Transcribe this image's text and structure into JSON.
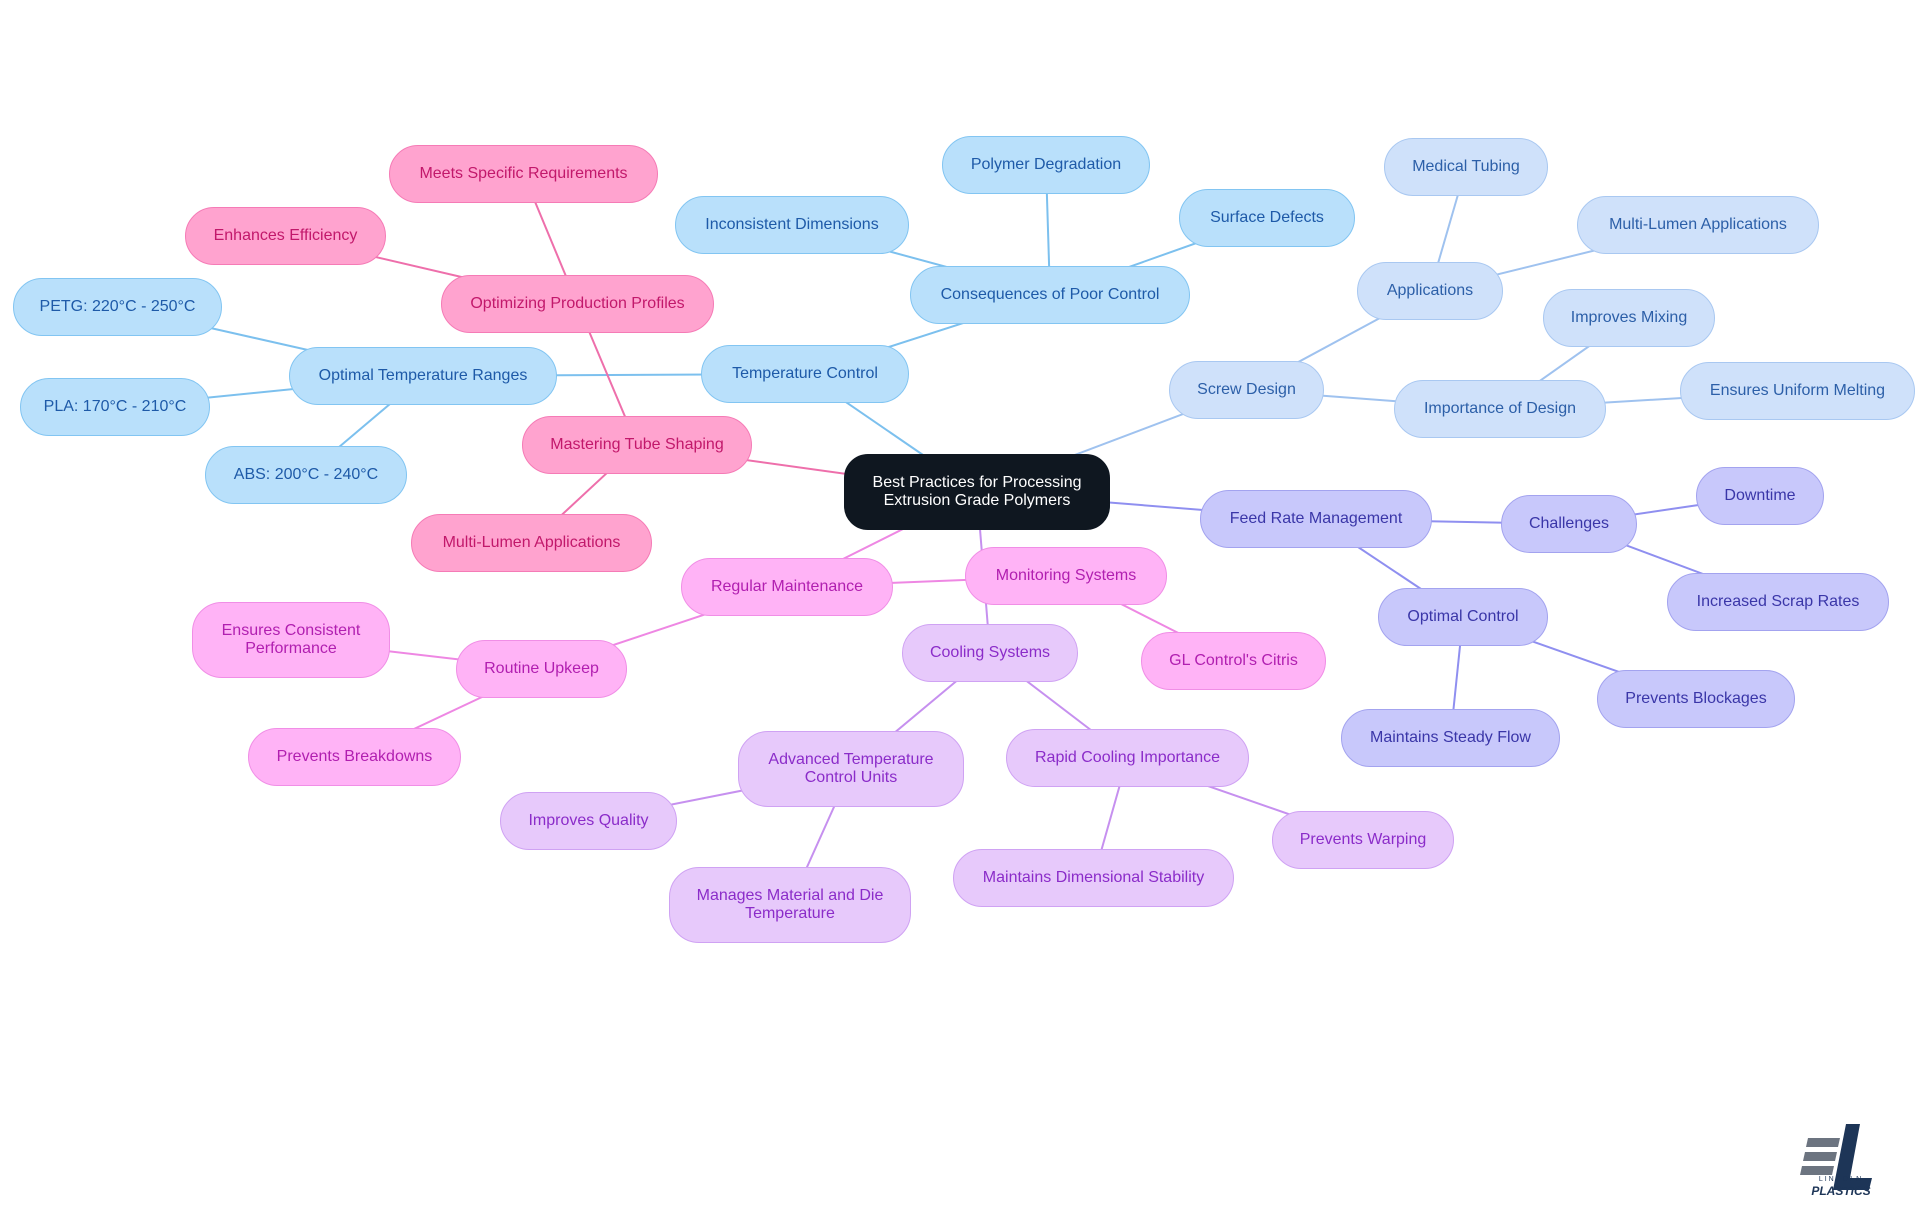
{
  "root": "Best Practices for Processing\nExtrusion Grade Polymers",
  "branches": {
    "temperature_control": {
      "label": "Temperature Control",
      "optimal_ranges": {
        "label": "Optimal Temperature Ranges",
        "items": [
          "PETG: 220°C - 250°C",
          "PLA: 170°C - 210°C",
          "ABS: 200°C - 240°C"
        ]
      },
      "consequences": {
        "label": "Consequences of Poor Control",
        "items": [
          "Inconsistent Dimensions",
          "Polymer Degradation",
          "Surface Defects"
        ]
      }
    },
    "screw_design": {
      "label": "Screw Design",
      "applications": {
        "label": "Applications",
        "items": [
          "Medical Tubing",
          "Multi-Lumen Applications"
        ]
      },
      "importance": {
        "label": "Importance of Design",
        "items": [
          "Improves Mixing",
          "Ensures Uniform Melting"
        ]
      }
    },
    "feed_rate": {
      "label": "Feed Rate Management",
      "challenges": {
        "label": "Challenges",
        "items": [
          "Downtime",
          "Increased Scrap Rates"
        ]
      },
      "optimal_control": {
        "label": "Optimal Control",
        "items": [
          "Prevents Blockages",
          "Maintains Steady Flow"
        ]
      }
    },
    "tube_shaping": {
      "label": "Mastering Tube Shaping",
      "optimizing": {
        "label": "Optimizing Production Profiles",
        "items": [
          "Meets Specific Requirements",
          "Enhances Efficiency"
        ]
      },
      "multi_lumen": "Multi-Lumen Applications"
    },
    "maintenance": {
      "label": "Regular Maintenance",
      "routine": {
        "label": "Routine Upkeep",
        "items": [
          "Ensures Consistent\nPerformance",
          "Prevents Breakdowns"
        ]
      }
    },
    "monitoring": {
      "label": "Monitoring Systems",
      "items": [
        "GL Control's Citris"
      ]
    },
    "cooling": {
      "label": "Cooling Systems",
      "advanced": {
        "label": "Advanced Temperature\nControl Units",
        "items": [
          "Improves Quality",
          "Manages Material and Die\nTemperature"
        ]
      },
      "rapid": {
        "label": "Rapid Cooling Importance",
        "items": [
          "Maintains Dimensional Stability",
          "Prevents Warping"
        ]
      }
    }
  },
  "logo": {
    "line1": "LINCOLN",
    "line2": "PLASTICS"
  },
  "colors": {
    "blue_edge": "#7cc0ee",
    "lblue_edge": "#9fc2ef",
    "indigo_edge": "#8f8ff0",
    "pink_edge": "#ee6fab",
    "mag_edge": "#ee87e3",
    "purple_edge": "#c690ef"
  }
}
